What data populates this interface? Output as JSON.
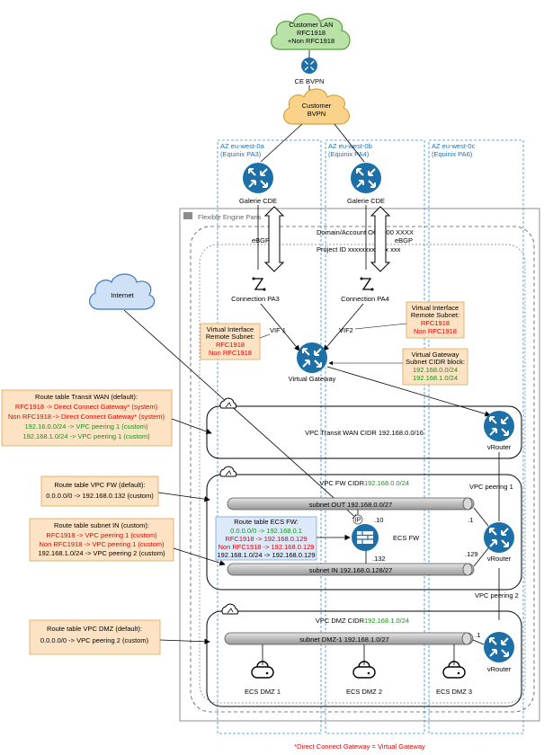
{
  "customer_lan": {
    "line1": "Customer LAN",
    "line2": "RFC1918",
    "line3": "+Non RFC1918"
  },
  "ce_bvpn": "CE BVPN",
  "customer_bvpn": {
    "line1": "Customer",
    "line2": "BVPN"
  },
  "az": [
    {
      "name": "AZ eu-west-0a",
      "sub": "(Equinix PA3)"
    },
    {
      "name": "AZ eu-west-0b",
      "sub": "(Equinix PA4)"
    },
    {
      "name": "AZ eu-west-0c",
      "sub": "(Equinix PA6)"
    }
  ],
  "galerie_1": "Galerie CDE",
  "galerie_2": "Galerie CDE",
  "flexible_engine": "Flexible Engine Paris",
  "domain": "Domain/Account OCB000 XXXX",
  "project": "Project ID xxxxxxxxxxxx xxx",
  "ebgp_1": "eBGP",
  "ebgp_2": "eBGP",
  "internet": "Internet",
  "connection_pa3": "Connection PA3",
  "connection_pa4": "Connection PA4",
  "vif1": "VIF 1",
  "vif2": "VIF2",
  "vi_left": {
    "line1": "Virtual Interface",
    "line2": "Remote Subnet:",
    "line3": "RFC1918",
    "line4": "Non RFC1918"
  },
  "vi_right": {
    "line1": "Virtual Interface",
    "line2": "Remote Subnet:",
    "line3": "RFC1918",
    "line4": "Non RFC1918"
  },
  "vgw_block": {
    "line1": "Virtual Gateway",
    "line2": "Subnet CIDR block:",
    "line3": "192.168.0.0/24",
    "line4": "192.168.1.0/24"
  },
  "virtual_gateway": "Virtual Gateway",
  "rt_transit": {
    "title": "Route table Transit WAN (default):",
    "l1": "RFC1918 -> Direct Connect Gateway* (system)",
    "l2": "Non RFC1918 -> Direct Connect Gateway* (system)",
    "l3": "192.16.0.0/24 -> VPC peering 1 (custom)",
    "l4": "192.168.1.0/24 -> VPC peering 1 (custom)"
  },
  "vpc_transit": "VPC Transit WAN CIDR 192.168.0.0/16",
  "vrouter_1": "vRouter",
  "vrouter_2": "vRouter",
  "vrouter_3": "vRouter",
  "rt_vpcfw": {
    "title": "Route table VPC FW (default):",
    "l1": "0.0.0.0/0 -> 192.168.0.132 (custom)"
  },
  "vpc_fw": {
    "label": "VPC FW CIDR ",
    "cidr": "192.168.0.0/24"
  },
  "vpc_peering_1": "VPC peering 1",
  "vpc_peering_2": "VPC peering 2",
  "subnet_out": "subnet OUT 192.168.0.0/27",
  "subnet_in": "subnet IN 192.168.0.128/27",
  "ip_10": ".10",
  "ip_1a": ".1",
  "ip_129": ".129",
  "ip_132": ".132",
  "ip_1b": ".1",
  "ip_badge": "IP",
  "rt_ecs": {
    "title": "Route table ECS FW:",
    "l1": "0.0.0.0/0 -> 192.168.0.1",
    "l2": "RFC1918 -> 192.168.0.129",
    "l3": "Non RFC1918 -> 192.168.0.129",
    "l4": "192.168.1.0/24 -> 192.168.0.129"
  },
  "ecs_fw": "ECS FW",
  "rt_subnet_in": {
    "title": "Route table subnet IN (custom):",
    "l1": "RFC1918 -> VPC peering 1 (custom)",
    "l2": "Non RFC1918 -> VPC peering 1 (custom)",
    "l3": "192.168.1.0/24 -> VPC peering 2 (custom)"
  },
  "rt_dmz": {
    "title": "Route table VPC DMZ (default):",
    "l1": "0.0.0.0/0 -> VPC peering 2 (custom)"
  },
  "vpc_dmz": {
    "label": "VPC DMZ CIDR ",
    "cidr": "192.168.1.0/24"
  },
  "subnet_dmz": "subnet DMZ-1 192.168.1.0/27",
  "ecs_dmz": [
    "ECS DMZ 1",
    "ECS DMZ 2",
    "ECS DMZ 3"
  ],
  "footnote": "*Direct Connect Gateway = Virtual Gateway",
  "colors": {
    "router_blue": "#1d6fa8",
    "cloud_green": "#b9e2a8",
    "cloud_orange": "#fbd28a",
    "cloud_blue": "#cfe1f7",
    "note_orange": "#fde3c3",
    "az_blue": "#3b8fd0",
    "red": "#e00000",
    "green": "#1a8f1a"
  }
}
